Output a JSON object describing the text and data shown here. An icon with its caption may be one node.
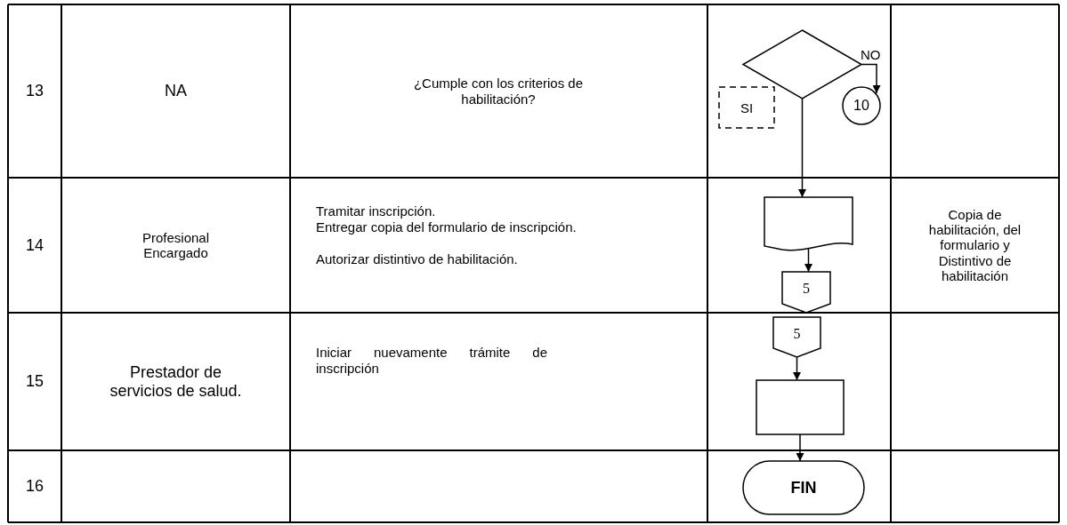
{
  "diagram": {
    "nodes": [
      {
        "text": [],
        "shape": "diamond"
      },
      {
        "text": [
          "SI"
        ]
      },
      {
        "text": [
          "10"
        ]
      },
      {
        "text": [],
        "shape": "document"
      },
      {
        "text": [
          "5"
        ]
      },
      {
        "text": [
          "5"
        ]
      },
      {
        "text": [],
        "shape": "box"
      },
      {
        "text": [
          "FIN"
        ]
      }
    ],
    "edges": [
      {
        "from": 0,
        "to": 3,
        "arrow": "to"
      },
      {
        "from": 0,
        "to": 2,
        "arrow": "to",
        "label": "NO"
      },
      {
        "from": 3,
        "to": 4,
        "arrow": "to"
      },
      {
        "from": 5,
        "to": 6,
        "arrow": "to"
      },
      {
        "from": 6,
        "to": 7,
        "arrow": "to"
      }
    ],
    "labels": [
      "13",
      "NA",
      "¿Cumple con los criterios de habilitación?",
      "14",
      "Profesional Encargado",
      "Tramitar inscripción.",
      "Entregar copia del formulario de inscripción.",
      "Autorizar distintivo de habilitación.",
      "Copia de habilitación, del formulario y Distintivo de habilitación",
      "15",
      "Prestador de servicios de salud.",
      "Iniciar nuevamente trámite de inscripción",
      "16"
    ]
  }
}
